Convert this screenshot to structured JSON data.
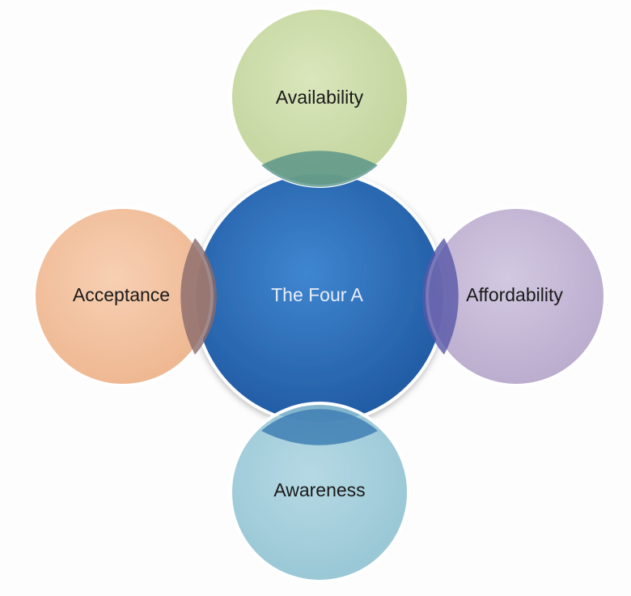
{
  "center": {
    "label": "The Four A",
    "color": "#2f6eb8"
  },
  "nodes": {
    "top": {
      "label": "Availability",
      "color": "#c7d89f"
    },
    "left": {
      "label": "Acceptance",
      "color": "#f3bb94"
    },
    "right": {
      "label": "Affordability",
      "color": "#bfb0d2"
    },
    "bottom": {
      "label": "Awareness",
      "color": "#98c8d8"
    }
  }
}
